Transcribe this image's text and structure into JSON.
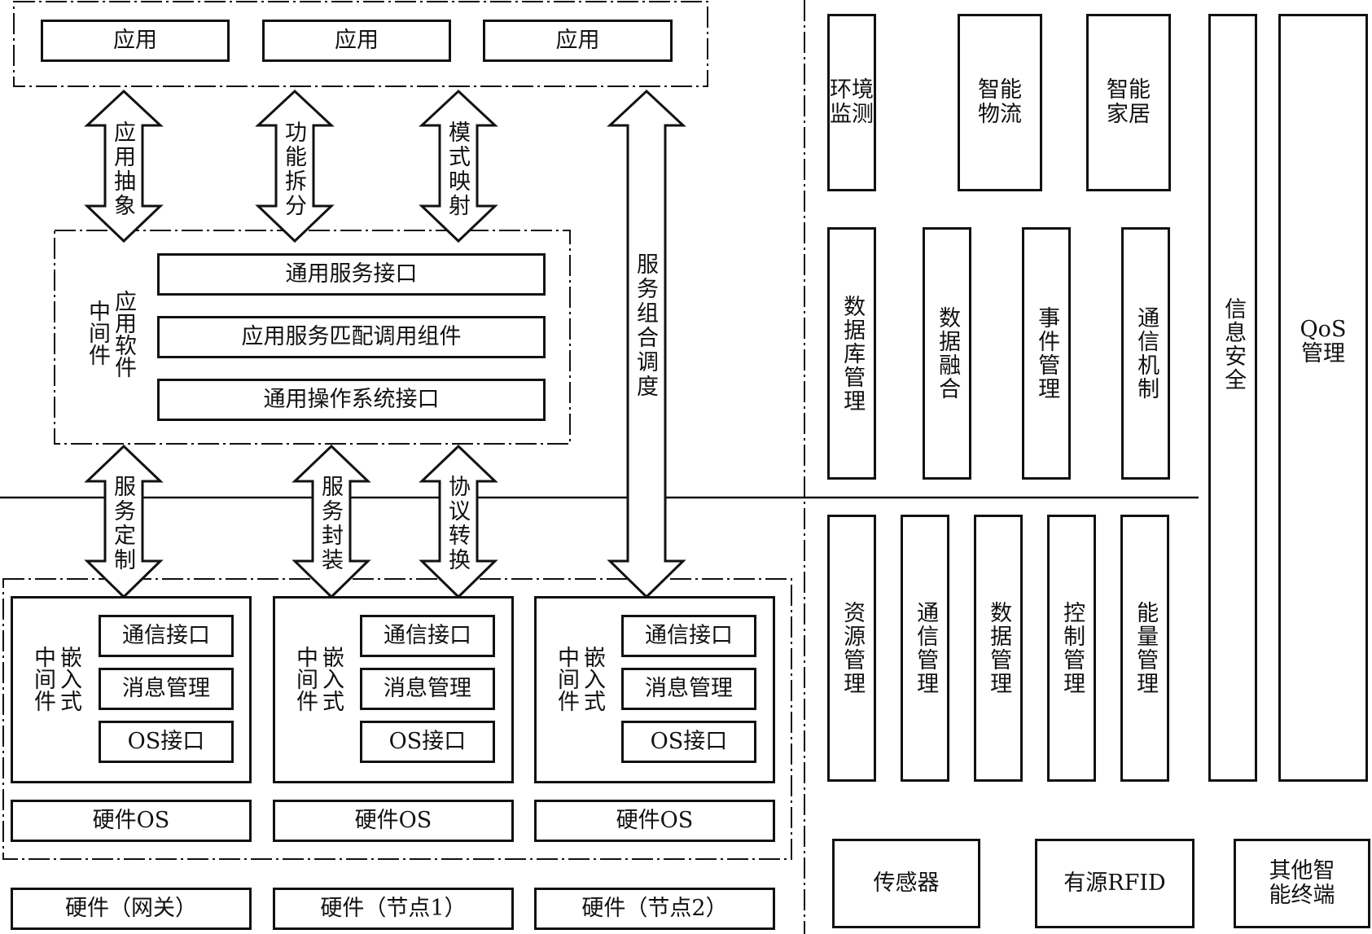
{
  "top_apps": [
    "应用",
    "应用",
    "应用"
  ],
  "arrows_top": [
    "应用抽象",
    "功能拆分",
    "模式映射"
  ],
  "long_arrow": "服务组合调度",
  "middleware": {
    "side_label_col1": "中间件",
    "side_label_col2": "应用软件",
    "rows": [
      "通用服务接口",
      "应用服务匹配调用组件",
      "通用操作系统接口"
    ]
  },
  "arrows_bottom": [
    "服务定制",
    "服务封装",
    "协议转换"
  ],
  "nodes": [
    {
      "label_col1": "中间件",
      "label_col2": "嵌入式",
      "items": [
        "通信接口",
        "消息管理",
        "OS接口"
      ],
      "os": "硬件OS",
      "hw": "硬件（网关）"
    },
    {
      "label_col1": "中间件",
      "label_col2": "嵌入式",
      "items": [
        "通信接口",
        "消息管理",
        "OS接口"
      ],
      "os": "硬件OS",
      "hw": "硬件（节点1）"
    },
    {
      "label_col1": "中间件",
      "label_col2": "嵌入式",
      "items": [
        "通信接口",
        "消息管理",
        "OS接口"
      ],
      "os": "硬件OS",
      "hw": "硬件（节点2）"
    }
  ],
  "right": {
    "apps": [
      "环境监测",
      "智能物流",
      "智能家居"
    ],
    "upper_modules": [
      "数据库管理",
      "数据融合",
      "事件管理",
      "通信机制"
    ],
    "lower_modules": [
      "资源管理",
      "通信管理",
      "数据管理",
      "控制管理",
      "能量管理"
    ],
    "security": "信息安全",
    "qos": "QoS管理",
    "devices": [
      "传感器",
      "有源RFID",
      "其他智能终端"
    ]
  }
}
